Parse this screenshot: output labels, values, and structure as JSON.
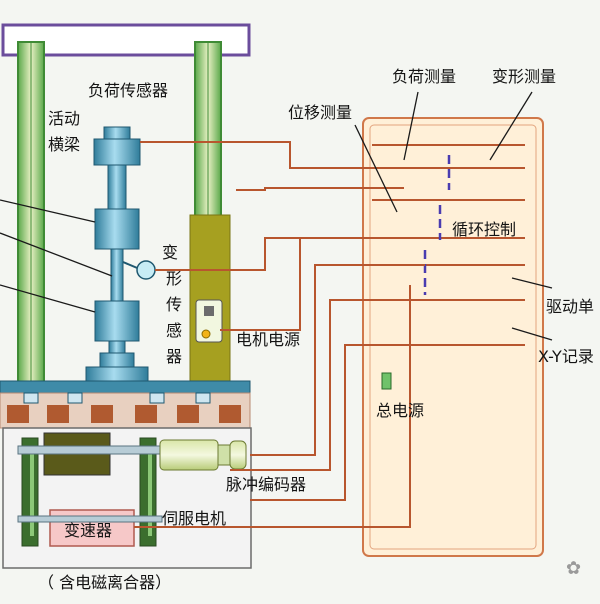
{
  "labels": {
    "load_sensor": "负荷传感器",
    "moving_beam_1": "活动",
    "moving_beam_2": "横梁",
    "deform_sensor_1": "变",
    "deform_sensor_2": "形",
    "deform_sensor_3": "传",
    "deform_sensor_4": "感",
    "deform_sensor_5": "器",
    "motor_power": "电机电源",
    "pulse_encoder": "脉冲编码器",
    "gearbox": "变速器",
    "servo_motor": "伺服电机",
    "clutch_note": "（ 含电磁离合器）",
    "load_measure": "负荷测量",
    "deform_measure": "变形测量",
    "disp_measure": "位移测量",
    "cycle_control": "循环控制",
    "drive_unit": "驱动单",
    "xy_recorder": "X-Y记录",
    "main_power": "总电源",
    "watermark": "✿"
  },
  "colors": {
    "frame": "#3f8ba8",
    "column_fill": "#d8e6b0",
    "column_stroke": "#4a9a3c",
    "cabinet": "#fff0d8",
    "cabinet_stroke": "#d0784a",
    "wire": "#b8562e",
    "dash": "#4a3cb0",
    "motor": "#5a5a1a",
    "gearbox_fill": "#f6c8c8",
    "text": "#141414"
  }
}
